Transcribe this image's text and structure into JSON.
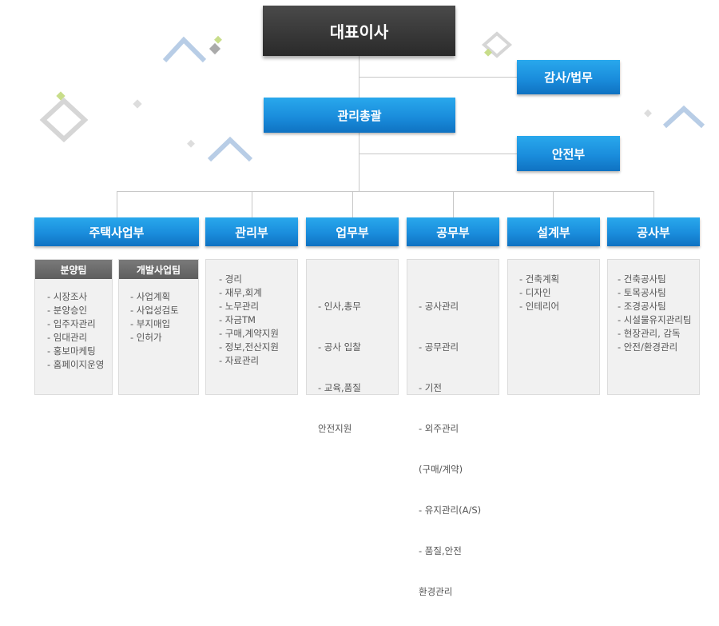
{
  "ceo": "대표이사",
  "audit": "감사/법무",
  "management": "관리총괄",
  "safety": "안전부",
  "departments": [
    {
      "label": "주택사업부"
    },
    {
      "label": "관리부",
      "items": [
        "- 경리",
        "- 재무,회계",
        "- 노무관리",
        "- 자금TM",
        "- 구매,계약지원",
        "- 정보,전산지원",
        "- 자료관리"
      ]
    },
    {
      "label": "업무부",
      "items": [
        "- 인사,총무",
        "- 공사 입찰",
        "- 교육,품질",
        "  안전지원"
      ]
    },
    {
      "label": "공무부",
      "items": [
        "- 공사관리",
        "- 공무관리",
        "- 기전",
        "- 외주관리",
        "  (구매/계약)",
        "- 유지관리(A/S)",
        "- 품질,안전",
        "  환경관리"
      ]
    },
    {
      "label": "설계부",
      "items": [
        "- 건축계획",
        "- 디자인",
        "- 인테리어"
      ]
    },
    {
      "label": "공사부",
      "items": [
        "- 건축공사팀",
        "- 토목공사팀",
        "- 조경공사팀",
        "- 시설물유지관리팀",
        "- 현장관리, 감독",
        "- 안전/환경관리"
      ]
    }
  ],
  "housing_teams": [
    {
      "title": "분양팀",
      "items": [
        "- 시장조사",
        "- 분양승인",
        "- 입주자관리",
        "- 임대관리",
        "- 홍보마케팅",
        "- 홈페이지운영"
      ]
    },
    {
      "title": "개발사업팀",
      "items": [
        "- 사업계획",
        "- 사업성검토",
        "- 부지매입",
        "- 인허가"
      ]
    }
  ]
}
